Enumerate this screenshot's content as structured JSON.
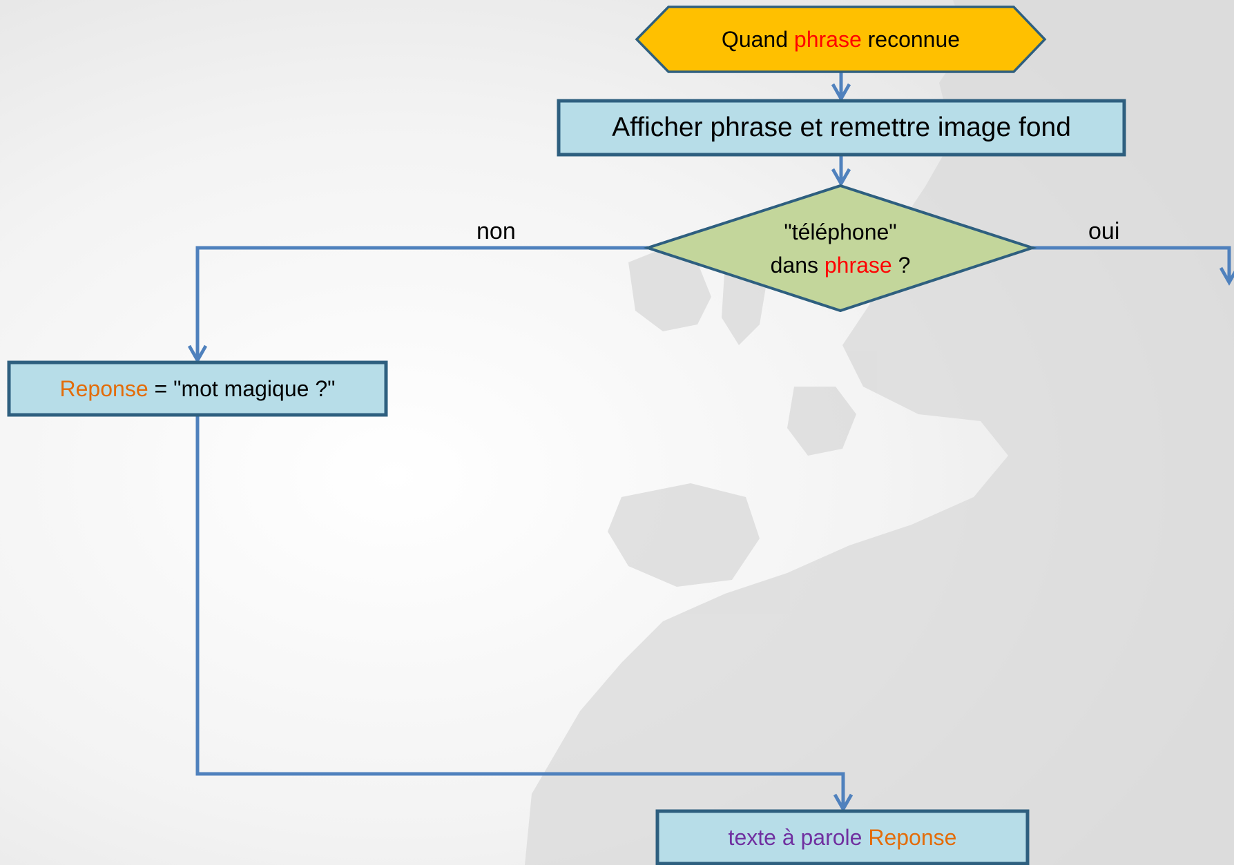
{
  "colors": {
    "background": "#e6e6e6",
    "map_land": "#d9d9d9",
    "start_fill": "#ffc000",
    "process_fill": "#b7dde8",
    "decision_fill": "#c3d69b",
    "border": "#2e5f7f",
    "connector": "#4f81bd",
    "variable": "#ff0000",
    "reponse": "#e36c09",
    "command": "#7030a0"
  },
  "start": {
    "prefix": "Quand",
    "variable": "phrase",
    "suffix": "reconnue"
  },
  "display_step": {
    "label": "Afficher phrase et remettre image fond"
  },
  "decision": {
    "line1": "\"téléphone\"",
    "line2_prefix": "dans",
    "line2_variable": "phrase",
    "line2_suffix": "?"
  },
  "branch_no": {
    "label": "non"
  },
  "branch_yes": {
    "label": "oui"
  },
  "assign_step": {
    "variable": "Reponse",
    "operator": "=",
    "value": "\"mot magique ?\""
  },
  "speak_step": {
    "command": "texte à parole",
    "variable": "Reponse"
  }
}
